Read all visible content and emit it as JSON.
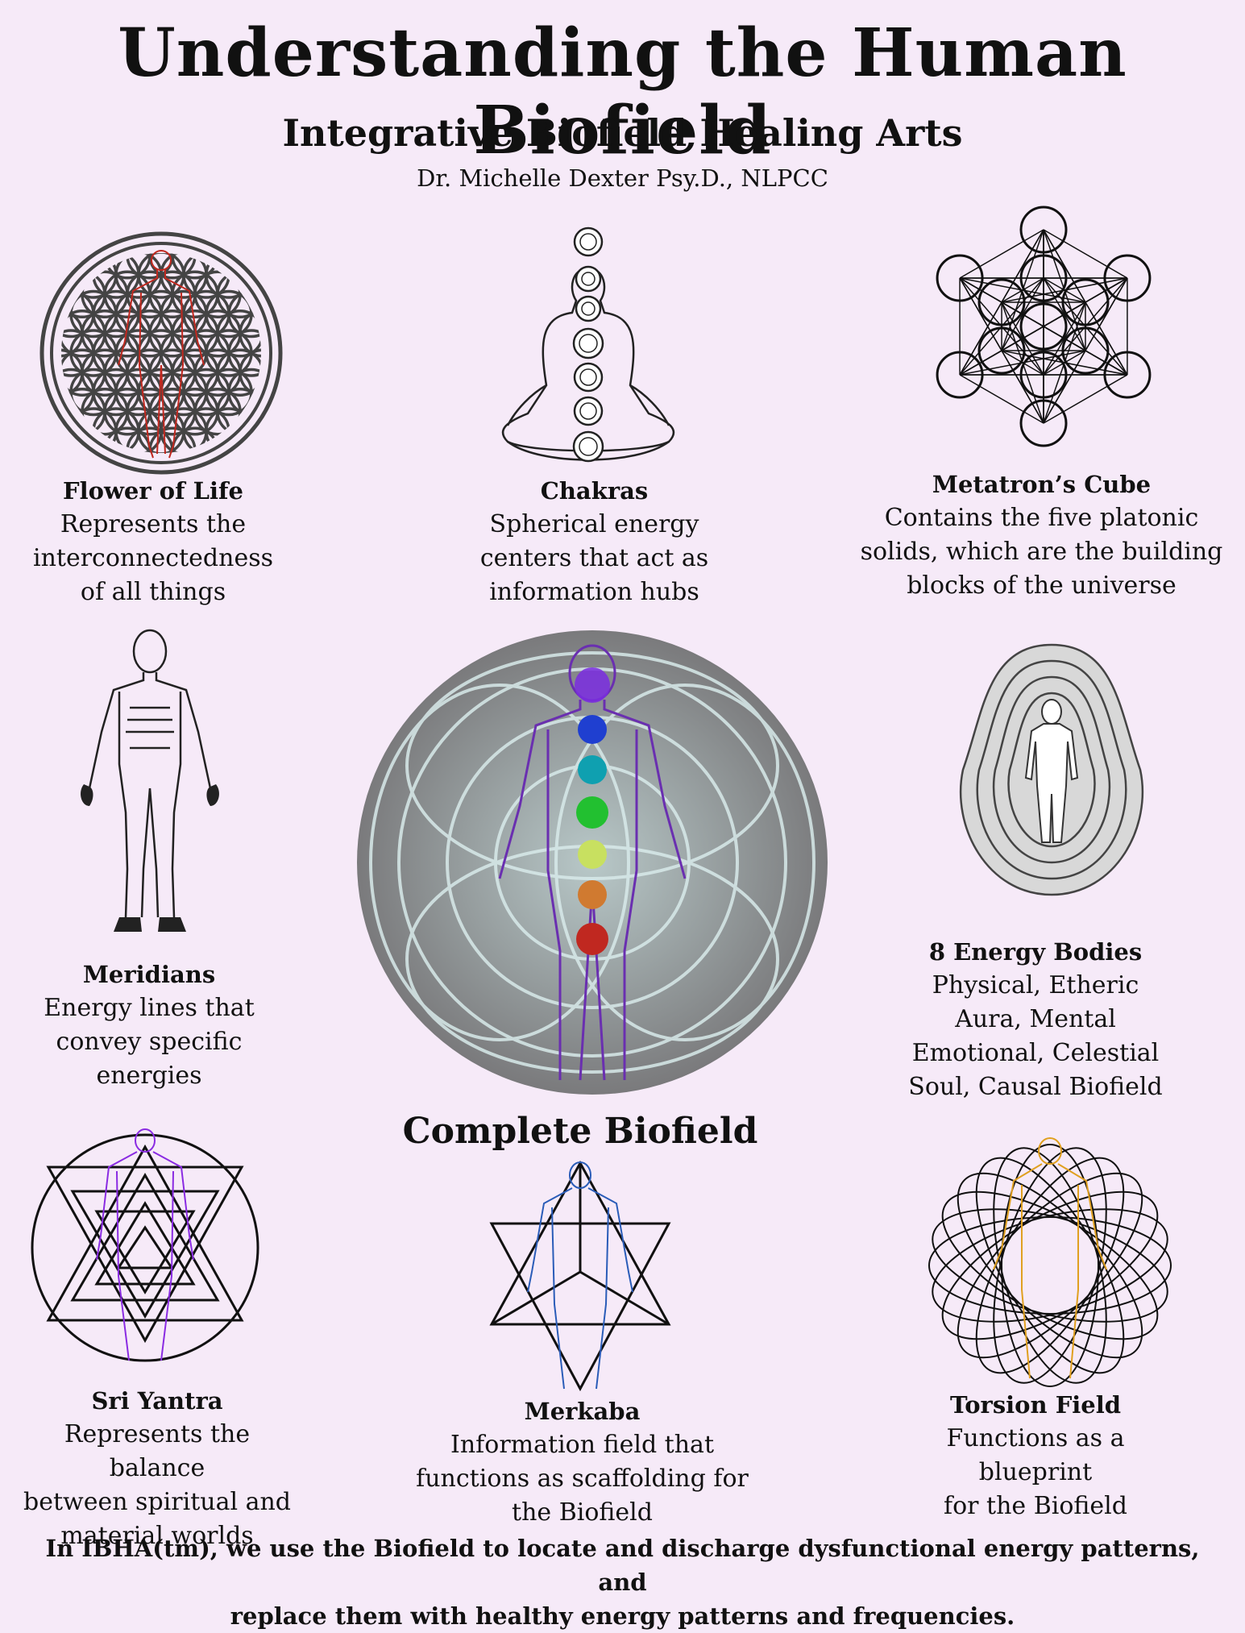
{
  "header": {
    "title": "Understanding the Human Biofield",
    "subtitle": "Integrative Biofield Healing Arts",
    "author": "Dr. Michelle Dexter Psy.D., NLPCC"
  },
  "items": [
    {
      "title": "Flower of Life",
      "lines": [
        "Represents the",
        "interconnectedness",
        "of all things"
      ]
    },
    {
      "title": "Chakras",
      "lines": [
        "Spherical energy",
        "centers that act as",
        "information hubs"
      ]
    },
    {
      "title": "Metatron’s Cube",
      "lines": [
        "Contains the five platonic",
        "solids, which are the building",
        "blocks of the universe"
      ]
    },
    {
      "title": "Meridians",
      "lines": [
        "Energy lines that",
        "convey specific energies"
      ]
    },
    {
      "title": "8 Energy Bodies",
      "lines": [
        "Physical, Etheric",
        "Aura, Mental",
        "Emotional, Celestial",
        "Soul, Causal Biofield"
      ]
    },
    {
      "title": "Sri Yantra",
      "lines": [
        "Represents the balance",
        "between spiritual and",
        "material worlds"
      ]
    },
    {
      "title": "Merkaba",
      "lines": [
        "Information field that",
        "functions as scaffolding for",
        "the Biofield"
      ]
    },
    {
      "title": "Torsion Field",
      "lines": [
        "Functions as a blueprint",
        "for the Biofield"
      ]
    }
  ],
  "center": {
    "label": "Complete Biofield"
  },
  "footer": {
    "lines": [
      "In IBHA(tm), we use the Biofield to locate and discharge dysfunctional energy patterns, and",
      "replace them with healthy energy patterns and frequencies."
    ]
  },
  "colors": {
    "background": "#f6eaf8",
    "red_body": "#c0281f",
    "purple_body": "#8a2be2",
    "blue_body": "#2a5cb8",
    "gold_body": "#e0a020"
  }
}
